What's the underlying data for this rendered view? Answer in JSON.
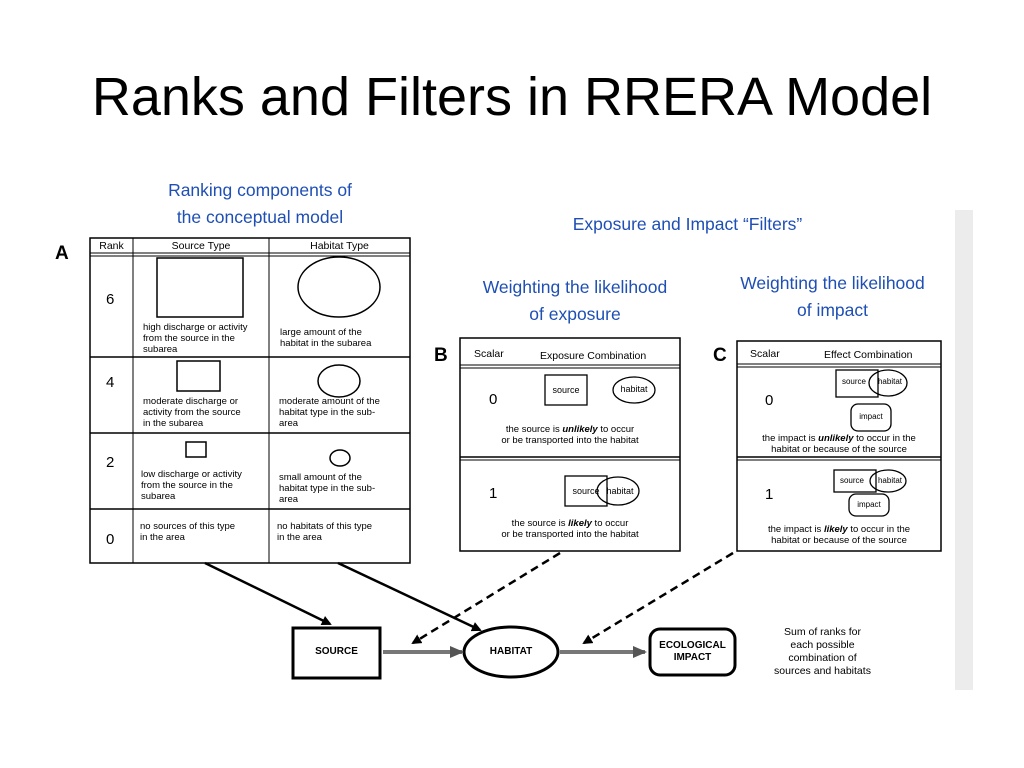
{
  "title": "Ranks and Filters in RRERA Model",
  "captions": {
    "ranking": [
      "Ranking components of",
      "the conceptual model"
    ],
    "filters": "Exposure and Impact “Filters”",
    "exposure": [
      "Weighting the likelihood",
      "of exposure"
    ],
    "impact": [
      "Weighting the likelihood",
      "of impact"
    ]
  },
  "panel_a": {
    "letter": "A",
    "headers": {
      "rank": "Rank",
      "source": "Source Type",
      "habitat": "Habitat Type"
    },
    "rows": [
      {
        "rank": "6",
        "source": [
          "high discharge or activity",
          "from the source in the",
          "subarea"
        ],
        "habitat": [
          "large amount of the",
          "habitat in the subarea"
        ]
      },
      {
        "rank": "4",
        "source": [
          "moderate discharge or",
          "activity from the source",
          "in the subarea"
        ],
        "habitat": [
          "moderate amount of the",
          "habitat type in the sub-",
          "area"
        ]
      },
      {
        "rank": "2",
        "source": [
          "low discharge or activity",
          "from the source in the",
          "subarea"
        ],
        "habitat": [
          "small amount of the",
          "habitat type in the sub-",
          "area"
        ]
      },
      {
        "rank": "0",
        "source": [
          "no sources of this type",
          "in the area"
        ],
        "habitat": [
          "no habitats of this type",
          "in the area"
        ]
      }
    ]
  },
  "panel_b": {
    "letter": "B",
    "headers": {
      "scalar": "Scalar",
      "combo": "Exposure Combination"
    },
    "rows": [
      {
        "scalar": "0",
        "desc1": {
          "pre": "the source is ",
          "em": "unlikely",
          "post": " to occur"
        },
        "desc2": "or be transported into the habitat"
      },
      {
        "scalar": "1",
        "desc1": {
          "pre": "the source is ",
          "em": "likely",
          "post": " to occur"
        },
        "desc2": "or be transported into the habitat"
      }
    ],
    "labels": {
      "source": "source",
      "habitat": "habitat"
    }
  },
  "panel_c": {
    "letter": "C",
    "headers": {
      "scalar": "Scalar",
      "combo": "Effect Combination"
    },
    "rows": [
      {
        "scalar": "0",
        "desc1": {
          "pre": "the impact is ",
          "em": "unlikely",
          "post": " to occur in the"
        },
        "desc2": "habitat or because of the source"
      },
      {
        "scalar": "1",
        "desc1": {
          "pre": "the impact is ",
          "em": "likely",
          "post": " to occur in the"
        },
        "desc2": "habitat or because of the source"
      }
    ],
    "labels": {
      "source": "source",
      "habitat": "habitat",
      "impact": "impact"
    }
  },
  "flow": {
    "source": "SOURCE",
    "habitat": "HABITAT",
    "impact": [
      "ECOLOGICAL",
      "IMPACT"
    ],
    "sum": [
      "Sum of ranks for",
      "each possible",
      "combination of",
      "sources and habitats"
    ]
  }
}
